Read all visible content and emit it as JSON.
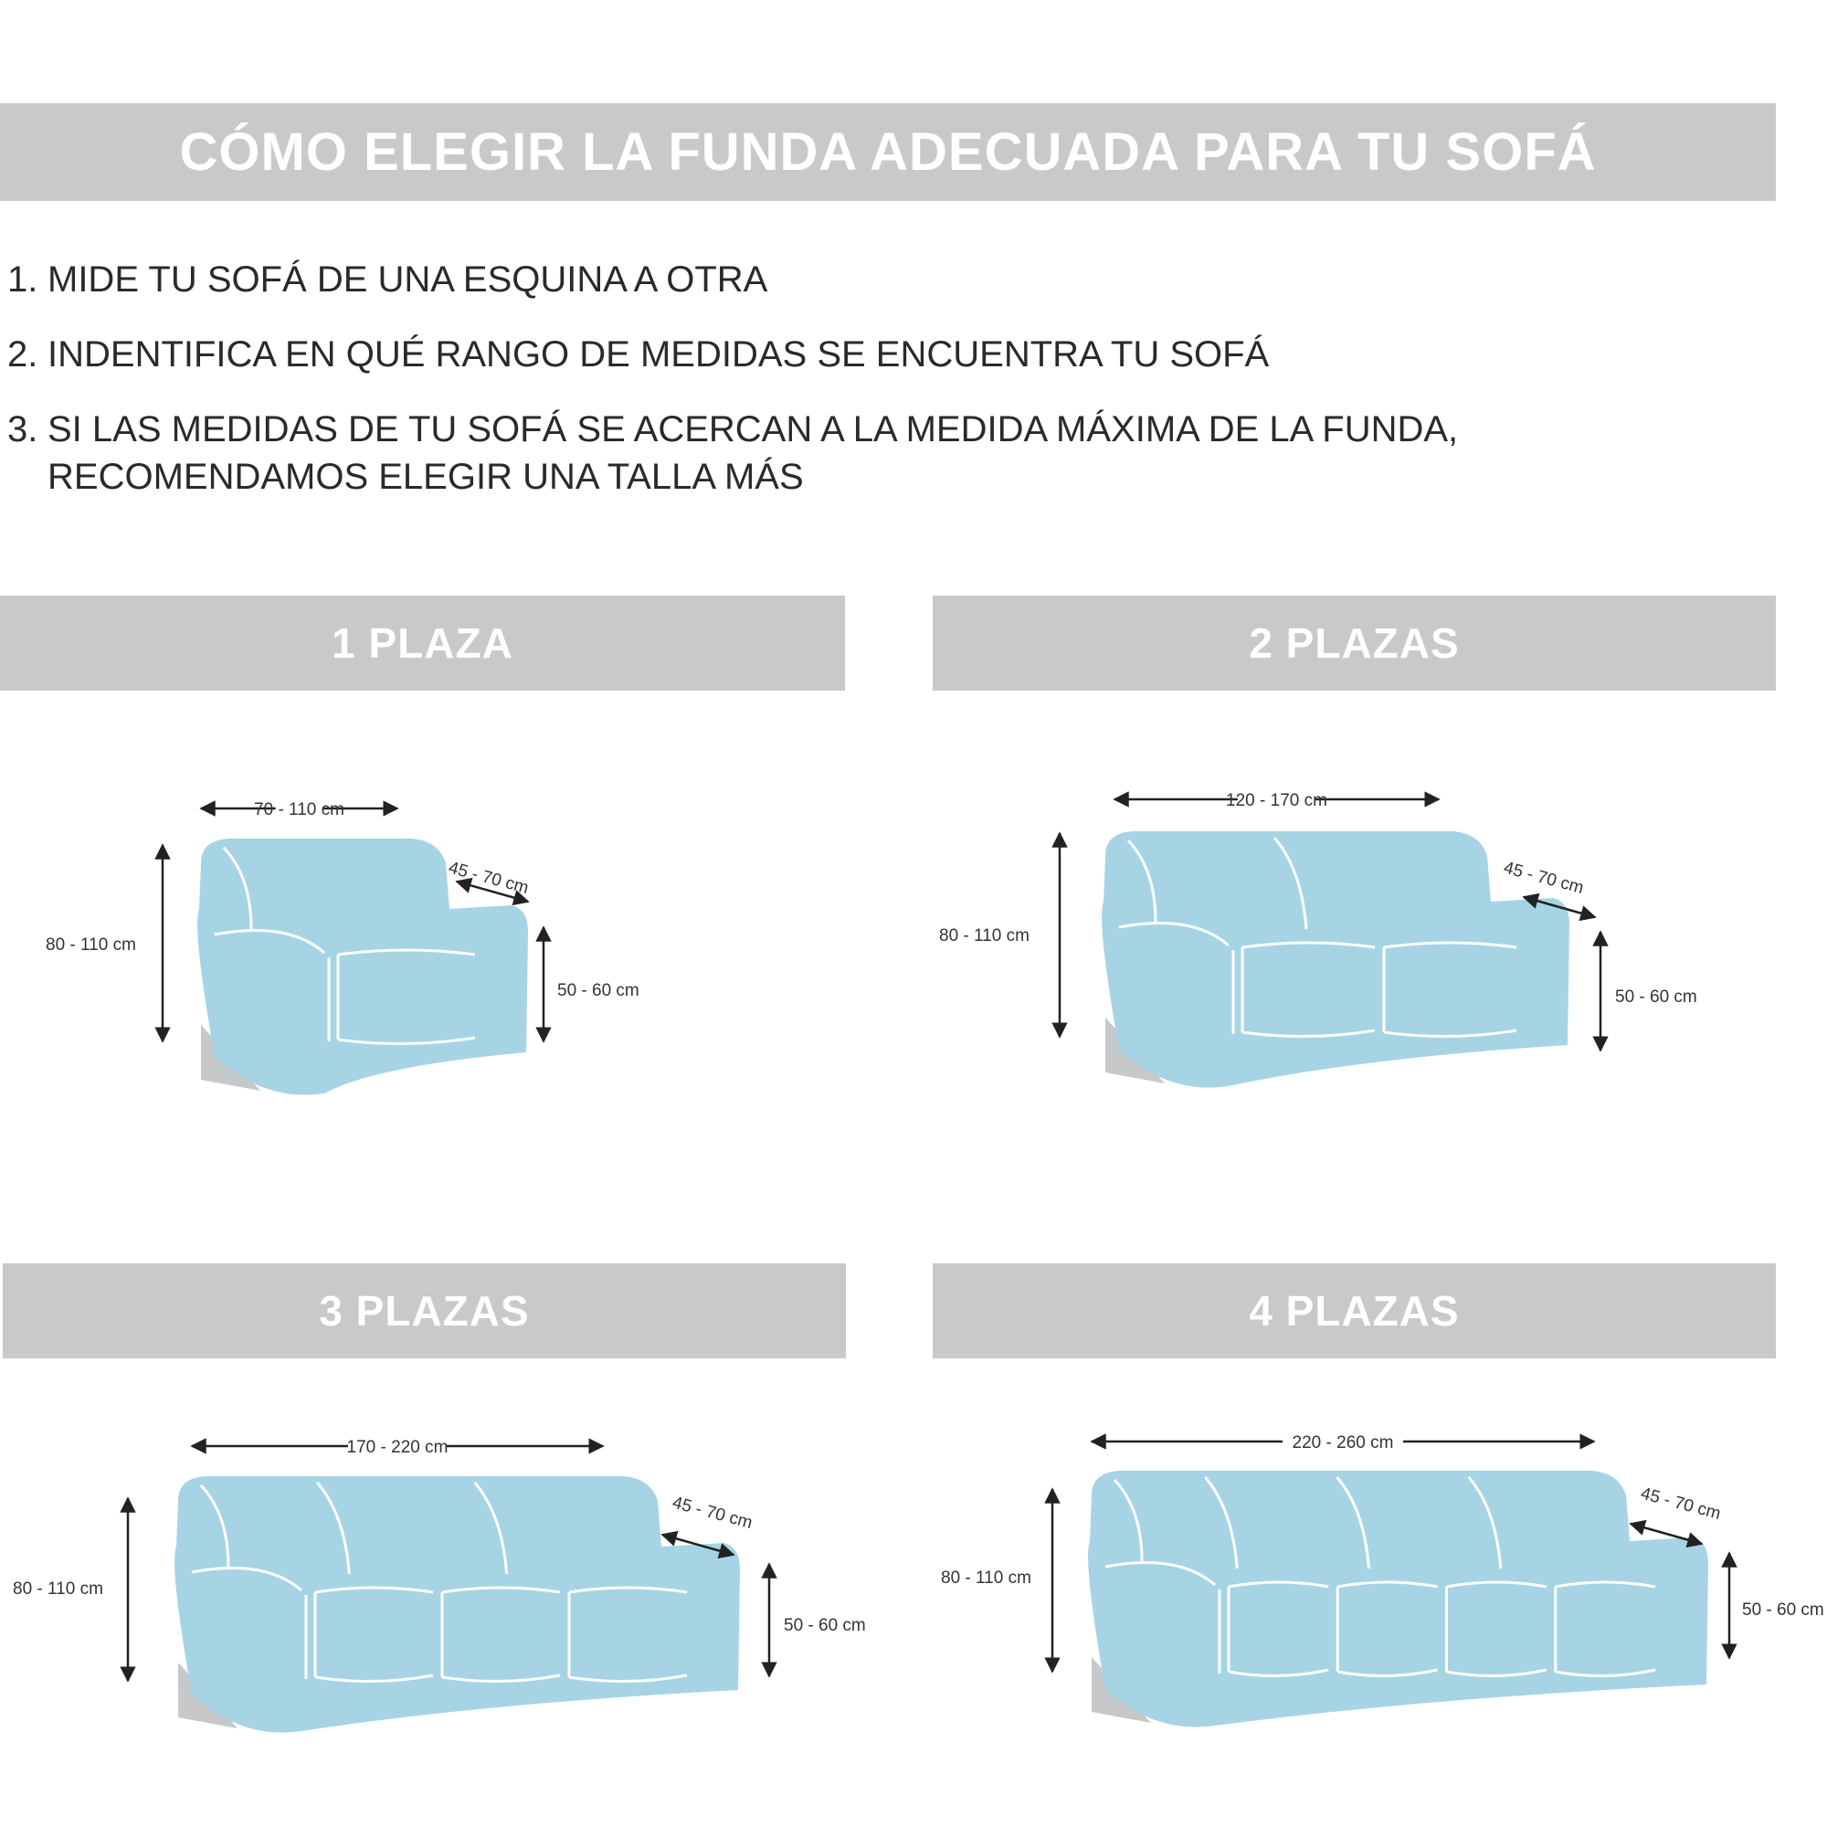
{
  "title": "CÓMO ELEGIR LA FUNDA ADECUADA PARA TU SOFÁ",
  "steps": [
    {
      "num": "1.",
      "text": "MIDE TU SOFÁ DE UNA ESQUINA A OTRA"
    },
    {
      "num": "2.",
      "text": "INDENTIFICA EN QUÉ RANGO DE MEDIDAS SE ENCUENTRA TU SOFÁ"
    },
    {
      "num": "3.",
      "text": "SI LAS MEDIDAS DE TU SOFÁ SE ACERCAN A LA MEDIDA MÁXIMA DE LA FUNDA, RECOMENDAMOS ELEGIR UNA TALLA MÁS"
    }
  ],
  "sections": [
    {
      "label": "1 PLAZA",
      "seats": 1,
      "width": "70 - 110 cm",
      "depth": "45 - 70 cm",
      "height": "80 - 110 cm",
      "seat_height": "50 - 60 cm"
    },
    {
      "label": "2 PLAZAS",
      "seats": 2,
      "width": "120 - 170 cm",
      "depth": "45 - 70 cm",
      "height": "80 - 110 cm",
      "seat_height": "50 - 60 cm"
    },
    {
      "label": "3 PLAZAS",
      "seats": 3,
      "width": "170 - 220 cm",
      "depth": "45 - 70 cm",
      "height": "80 - 110 cm",
      "seat_height": "50 - 60 cm"
    },
    {
      "label": "4 PLAZAS",
      "seats": 4,
      "width": "220 - 260 cm",
      "depth": "45 - 70 cm",
      "height": "80 - 110 cm",
      "seat_height": "50 - 60 cm"
    }
  ],
  "colors": {
    "banner": "#c9c9cb",
    "sofa_fill": "#a6d4e5",
    "sofa_shadow": "#c7c8ca"
  }
}
